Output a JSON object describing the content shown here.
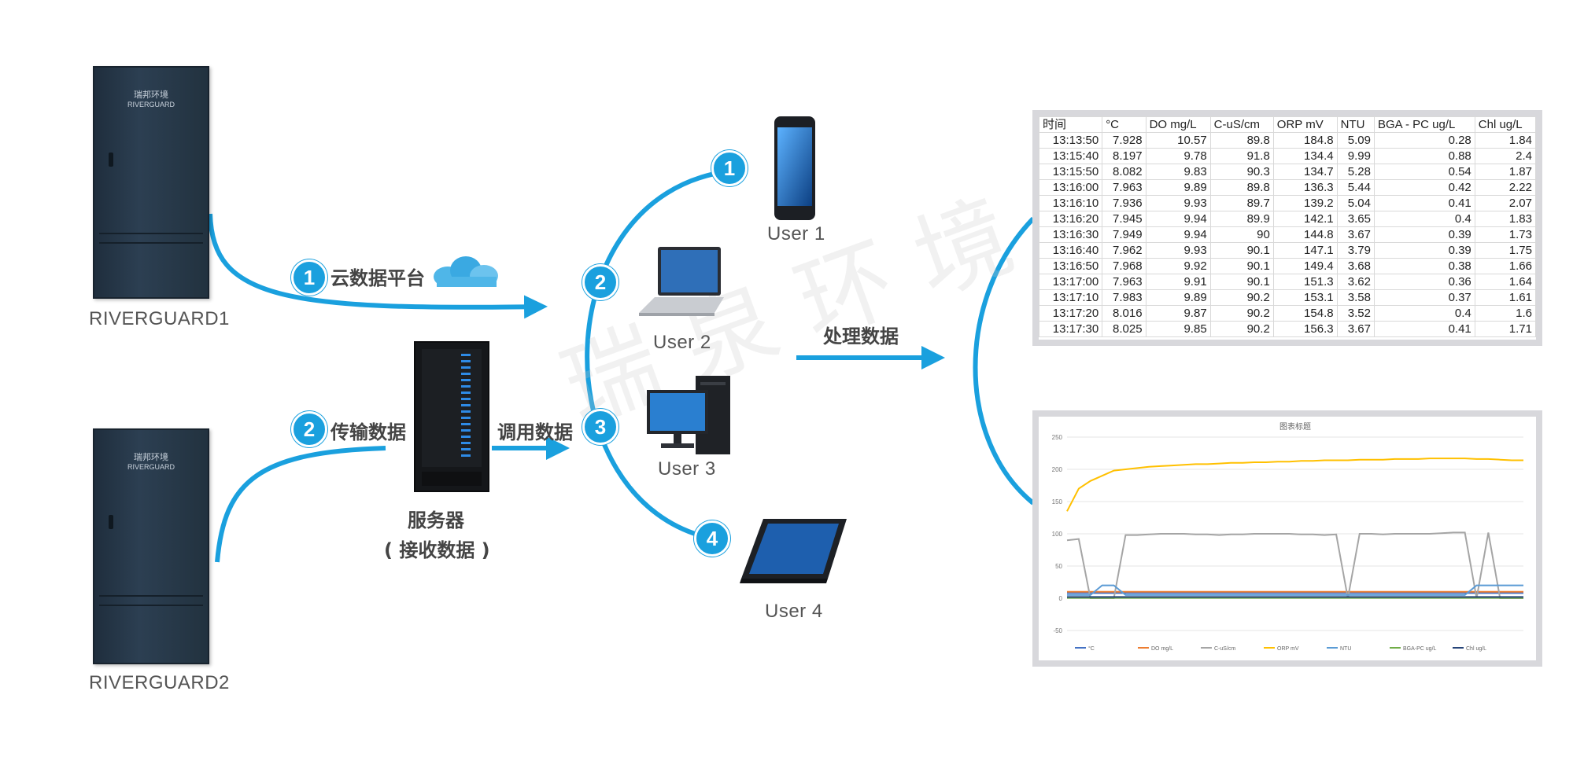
{
  "devices": {
    "riverguard1": "RIVERGUARD1",
    "riverguard2": "RIVERGUARD2",
    "cabinet_logo": "瑞邦环境",
    "cabinet_model": "RIVERGUARD"
  },
  "flow": {
    "step1_num": "1",
    "step1_label": "云数据平台",
    "step2_num": "2",
    "step2_label": "传输数据",
    "call_label": "调用数据",
    "server_label": "服务器",
    "server_sub": "( 接收数据 )",
    "process_label": "处理数据"
  },
  "users": {
    "nums": [
      "1",
      "2",
      "3",
      "4"
    ],
    "names": [
      "User 1",
      "User 2",
      "User 3",
      "User 4"
    ]
  },
  "watermark": "瑞 泉 环 境",
  "table": {
    "headers": [
      "时间",
      "°C",
      "DO mg/L",
      "C-uS/cm",
      "ORP mV",
      "NTU",
      "BGA - PC ug/L",
      "Chl ug/L"
    ],
    "rows": [
      [
        "13:13:50",
        "7.928",
        "10.57",
        "89.8",
        "184.8",
        "5.09",
        "0.28",
        "1.84"
      ],
      [
        "13:15:40",
        "8.197",
        "9.78",
        "91.8",
        "134.4",
        "9.99",
        "0.88",
        "2.4"
      ],
      [
        "13:15:50",
        "8.082",
        "9.83",
        "90.3",
        "134.7",
        "5.28",
        "0.54",
        "1.87"
      ],
      [
        "13:16:00",
        "7.963",
        "9.89",
        "89.8",
        "136.3",
        "5.44",
        "0.42",
        "2.22"
      ],
      [
        "13:16:10",
        "7.936",
        "9.93",
        "89.7",
        "139.2",
        "5.04",
        "0.41",
        "2.07"
      ],
      [
        "13:16:20",
        "7.945",
        "9.94",
        "89.9",
        "142.1",
        "3.65",
        "0.4",
        "1.83"
      ],
      [
        "13:16:30",
        "7.949",
        "9.94",
        "90",
        "144.8",
        "3.67",
        "0.39",
        "1.73"
      ],
      [
        "13:16:40",
        "7.962",
        "9.93",
        "90.1",
        "147.1",
        "3.79",
        "0.39",
        "1.75"
      ],
      [
        "13:16:50",
        "7.968",
        "9.92",
        "90.1",
        "149.4",
        "3.68",
        "0.38",
        "1.66"
      ],
      [
        "13:17:00",
        "7.963",
        "9.91",
        "90.1",
        "151.3",
        "3.62",
        "0.36",
        "1.64"
      ],
      [
        "13:17:10",
        "7.983",
        "9.89",
        "90.2",
        "153.1",
        "3.58",
        "0.37",
        "1.61"
      ],
      [
        "13:17:20",
        "8.016",
        "9.87",
        "90.2",
        "154.8",
        "3.52",
        "0.4",
        "1.6"
      ],
      [
        "13:17:30",
        "8.025",
        "9.85",
        "90.2",
        "156.3",
        "3.67",
        "0.41",
        "1.71"
      ]
    ]
  },
  "chart_data": {
    "type": "line",
    "title": "图表标题",
    "xlabel": "",
    "ylabel": "",
    "ylim": [
      -50,
      250
    ],
    "yticks": [
      "250",
      "200",
      "150",
      "100",
      "50",
      "0",
      "-50"
    ],
    "grid": true,
    "legend_position": "bottom",
    "series": [
      {
        "name": "°C",
        "color": "#4472c4",
        "values": [
          8,
          8,
          8,
          8,
          8,
          8,
          8,
          8,
          8,
          8,
          8,
          8,
          8,
          8,
          8,
          8,
          8,
          8,
          8,
          8,
          8,
          8,
          8,
          8,
          8,
          8,
          8,
          8,
          8,
          8,
          8,
          8,
          8,
          8,
          8,
          8,
          8,
          8,
          8,
          8
        ]
      },
      {
        "name": "DO mg/L",
        "color": "#ed7d31",
        "values": [
          10,
          10,
          10,
          10,
          10,
          10,
          10,
          10,
          10,
          10,
          10,
          10,
          10,
          10,
          10,
          10,
          10,
          10,
          10,
          10,
          10,
          10,
          10,
          10,
          10,
          10,
          10,
          10,
          10,
          10,
          10,
          10,
          10,
          10,
          10,
          10,
          10,
          10,
          10,
          10
        ]
      },
      {
        "name": "C-uS/cm",
        "color": "#a5a5a5",
        "values": [
          90,
          92,
          0,
          0,
          0,
          98,
          98,
          99,
          100,
          100,
          100,
          99,
          99,
          98,
          99,
          99,
          100,
          100,
          100,
          100,
          99,
          99,
          98,
          99,
          0,
          100,
          100,
          99,
          100,
          100,
          100,
          100,
          101,
          102,
          102,
          0,
          102,
          0,
          0,
          0
        ]
      },
      {
        "name": "ORP mV",
        "color": "#ffc000",
        "values": [
          135,
          170,
          182,
          190,
          198,
          200,
          202,
          204,
          205,
          206,
          207,
          208,
          208,
          209,
          210,
          210,
          211,
          211,
          212,
          212,
          213,
          213,
          214,
          214,
          214,
          215,
          215,
          215,
          216,
          216,
          216,
          217,
          217,
          217,
          217,
          216,
          216,
          215,
          214,
          214
        ]
      },
      {
        "name": "NTU",
        "color": "#5b9bd5",
        "values": [
          5,
          5,
          5,
          20,
          20,
          5,
          5,
          5,
          5,
          5,
          5,
          5,
          5,
          5,
          5,
          5,
          5,
          5,
          5,
          5,
          5,
          5,
          5,
          5,
          5,
          5,
          5,
          5,
          5,
          5,
          5,
          5,
          5,
          5,
          5,
          20,
          20,
          20,
          20,
          20
        ]
      },
      {
        "name": "BGA-PC ug/L",
        "color": "#70ad47",
        "values": [
          0.5,
          0.5,
          0.5,
          0.5,
          0.5,
          0.5,
          0.5,
          0.5,
          0.5,
          0.5,
          0.5,
          0.5,
          0.5,
          0.5,
          0.5,
          0.5,
          0.5,
          0.5,
          0.5,
          0.5,
          0.5,
          0.5,
          0.5,
          0.5,
          0.5,
          0.5,
          0.5,
          0.5,
          0.5,
          0.5,
          0.5,
          0.5,
          0.5,
          0.5,
          0.5,
          0.5,
          0.5,
          0.5,
          0.5,
          0.5
        ]
      },
      {
        "name": "Chl ug/L",
        "color": "#264478",
        "values": [
          2,
          2,
          2,
          2,
          2,
          2,
          2,
          2,
          2,
          2,
          2,
          2,
          2,
          2,
          2,
          2,
          2,
          2,
          2,
          2,
          2,
          2,
          2,
          2,
          2,
          2,
          2,
          2,
          2,
          2,
          2,
          2,
          2,
          2,
          2,
          2,
          2,
          2,
          2,
          2
        ]
      }
    ]
  },
  "colors": {
    "accent": "#1aa0de",
    "cabinet": "#2c3f52"
  }
}
